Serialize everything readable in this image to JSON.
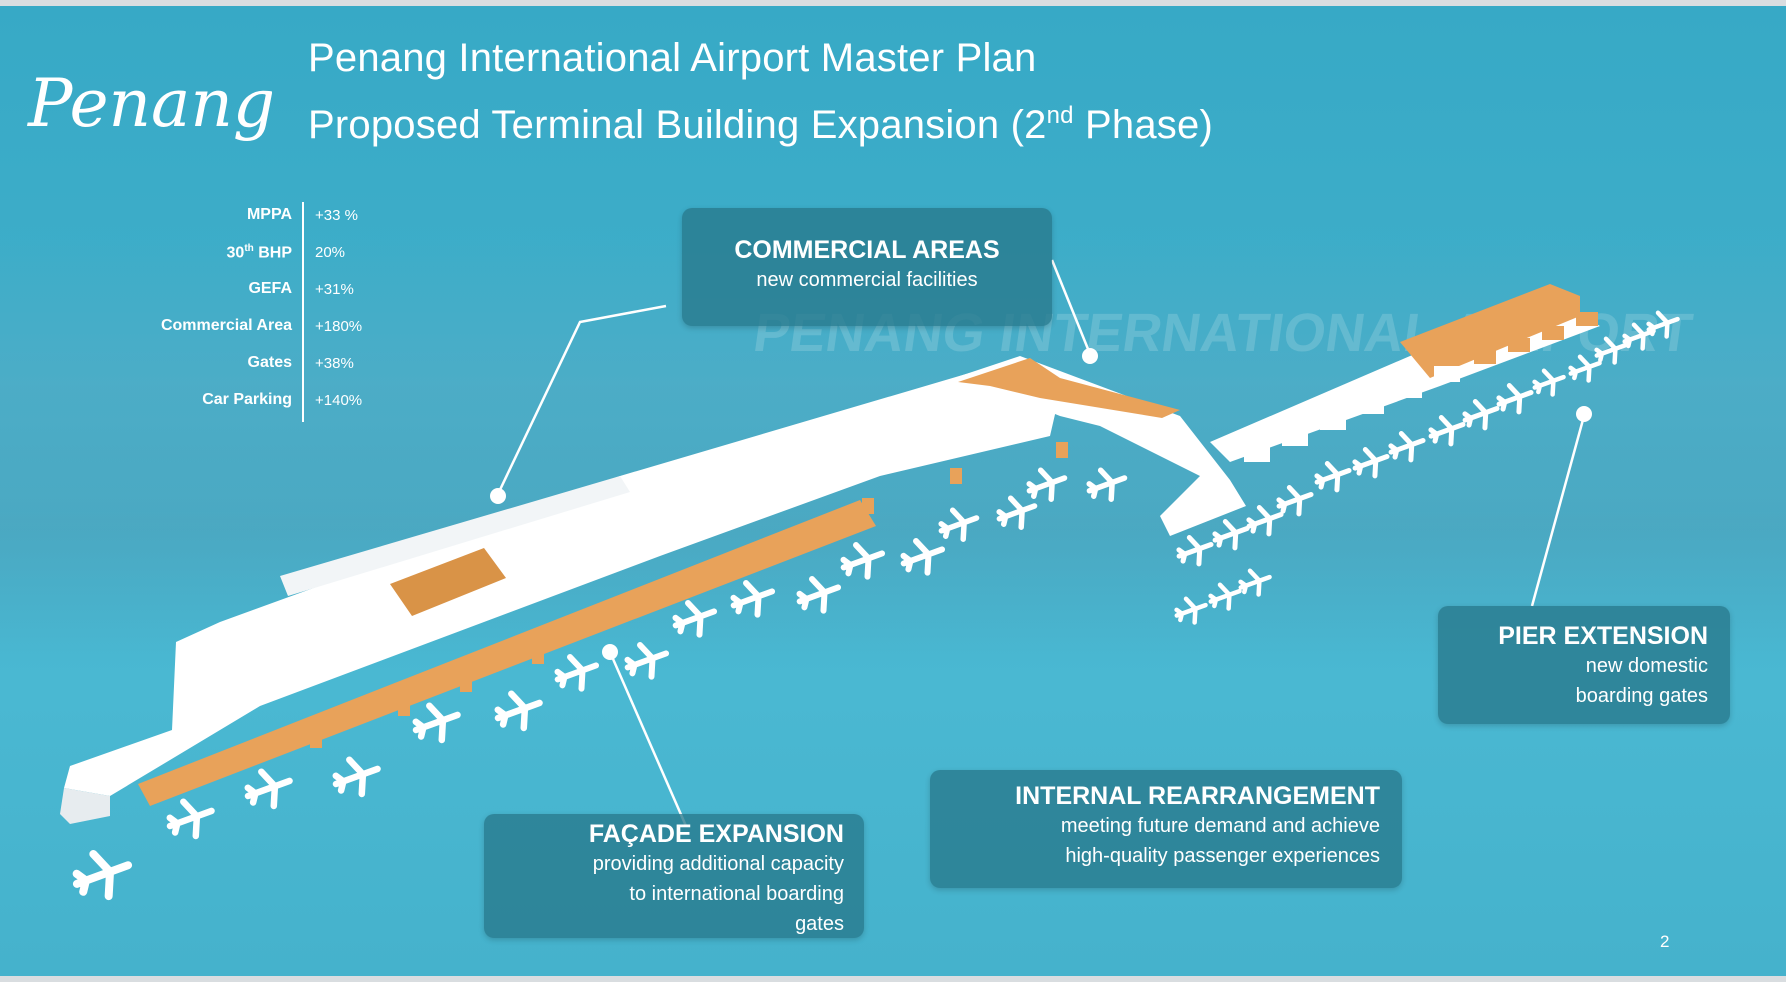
{
  "logo": {
    "text": "Penang"
  },
  "title": {
    "line1": "Penang International Airport Master Plan",
    "line2_pre": "Proposed Terminal Building Expansion (2",
    "line2_sup": "nd",
    "line2_post": " Phase)"
  },
  "stats": [
    {
      "label": "MPPA",
      "value": "+33 %"
    },
    {
      "label_pre": "30",
      "label_sup": "th",
      "label_post": " BHP",
      "value": "20%"
    },
    {
      "label": "GEFA",
      "value": "+31%"
    },
    {
      "label": "Commercial Area",
      "value": "+180%"
    },
    {
      "label": "Gates",
      "value": "+38%"
    },
    {
      "label": "Car Parking",
      "value": "+140%"
    }
  ],
  "background_sign": "PENANG INTERNATIONAL AIRPORT",
  "callouts": {
    "commercial": {
      "heading": "COMMERCIAL AREAS",
      "sub": "new commercial facilities"
    },
    "facade": {
      "heading": "FAÇADE EXPANSION",
      "lines": [
        "providing additional capacity",
        "to international boarding",
        "gates"
      ]
    },
    "pier": {
      "heading": "PIER EXTENSION",
      "lines": [
        "new domestic",
        "boarding gates"
      ]
    },
    "internal": {
      "heading": "INTERNAL REARRANGEMENT",
      "lines": [
        "meeting future demand and achieve",
        "high-quality passenger experiences"
      ]
    }
  },
  "page_number": "2",
  "colors": {
    "background": "#41b0cb",
    "callout": "#2b7d8f",
    "building": "#ffffff",
    "expansion": "#e8a25a"
  },
  "icons": [
    "airplane-icon"
  ]
}
